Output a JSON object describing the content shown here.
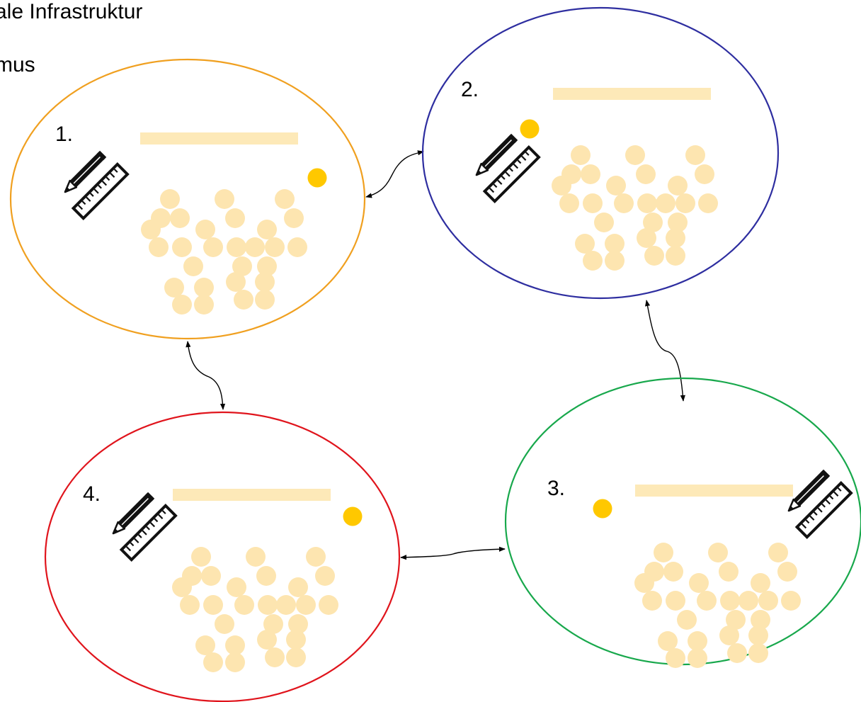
{
  "header": {
    "line1": "ale Infrastruktur",
    "line2": "mus"
  },
  "colors": {
    "circle_1": "#f0a020",
    "circle_2": "#2e2ea0",
    "circle_3": "#18a84c",
    "circle_4": "#e0141c",
    "title_bar": "#fde9b8",
    "dot_light": "#fde5b0",
    "dot_accent": "#ffc800",
    "arrow": "#000000"
  },
  "nodes": [
    {
      "id": "1",
      "label": "1.",
      "color_key": "circle_1",
      "icon": "pencil-ruler-icon"
    },
    {
      "id": "2",
      "label": "2.",
      "color_key": "circle_2",
      "icon": "pencil-ruler-icon"
    },
    {
      "id": "3",
      "label": "3.",
      "color_key": "circle_3",
      "icon": "pencil-ruler-icon"
    },
    {
      "id": "4",
      "label": "4.",
      "color_key": "circle_4",
      "icon": "pencil-ruler-icon"
    }
  ],
  "edges": [
    {
      "from": "1",
      "to": "2",
      "direction": "both"
    },
    {
      "from": "2",
      "to": "3",
      "direction": "both"
    },
    {
      "from": "3",
      "to": "4",
      "direction": "both"
    },
    {
      "from": "4",
      "to": "1",
      "direction": "both"
    }
  ]
}
